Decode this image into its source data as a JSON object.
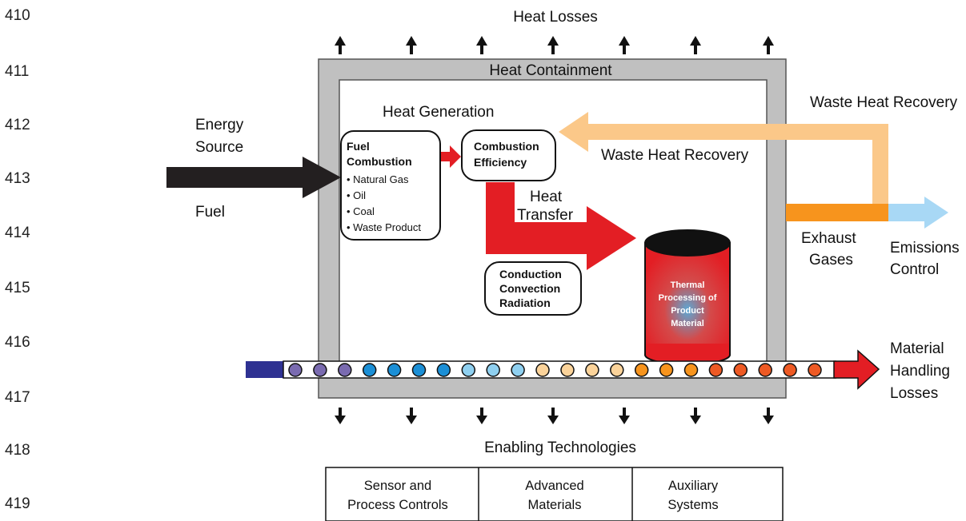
{
  "line_numbers": [
    "410",
    "411",
    "412",
    "413",
    "414",
    "415",
    "416",
    "417",
    "418",
    "419"
  ],
  "labels": {
    "heat_losses": "Heat Losses",
    "heat_containment": "Heat Containment",
    "heat_generation": "Heat Generation",
    "energy_source_1": "Energy",
    "energy_source_2": "Source",
    "fuel": "Fuel",
    "waste_heat_recovery_outer": "Waste Heat Recovery",
    "waste_heat_recovery_inner": "Waste Heat Recovery",
    "heat_transfer_1": "Heat",
    "heat_transfer_2": "Transfer",
    "exhaust_1": "Exhaust",
    "exhaust_2": "Gases",
    "emissions_1": "Emissions",
    "emissions_2": "Control",
    "material_1": "Material",
    "material_2": "Handling",
    "material_3": "Losses",
    "enabling_technologies": "Enabling Technologies"
  },
  "fuel_box": {
    "title_1": "Fuel",
    "title_2": "Combustion",
    "items": [
      "• Natural Gas",
      "• Oil",
      "• Coal",
      "• Waste Product"
    ]
  },
  "efficiency_box": {
    "line_1": "Combustion",
    "line_2": "Efficiency"
  },
  "mechanisms_box": {
    "line_1": "Conduction",
    "line_2": "Convection",
    "line_3": "Radiation"
  },
  "cylinder": {
    "line_1": "Thermal",
    "line_2": "Processing of",
    "line_3": "Product",
    "line_4": "Material"
  },
  "technologies": [
    {
      "line_1": "Sensor and",
      "line_2": "Process Controls"
    },
    {
      "line_1": "Advanced",
      "line_2": "Materials"
    },
    {
      "line_1": "Auxiliary",
      "line_2": "Systems"
    }
  ],
  "colors": {
    "containment_gray": "#c0c0c0",
    "red": "#e31e24",
    "waste_heat_orange": "#fbc889",
    "exhaust_orange": "#f7941d",
    "emissions_blue": "#a8d8f5",
    "conveyor_navy": "#2e3192"
  },
  "conveyor_dot_colors": [
    "#7a6bb0",
    "#7a6bb0",
    "#7a6bb0",
    "#1b8fd6",
    "#1b8fd6",
    "#1b8fd6",
    "#1b8fd6",
    "#8fd0f0",
    "#8fd0f0",
    "#8fd0f0",
    "#fbd39a",
    "#fbd39a",
    "#fbd39a",
    "#fbd39a",
    "#f7941d",
    "#f7941d",
    "#f7941d",
    "#ee5a24",
    "#ee5a24",
    "#ee5a24",
    "#ee5a24",
    "#ee5a24"
  ]
}
